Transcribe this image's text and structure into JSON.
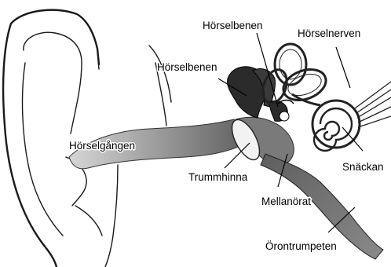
{
  "labels": {
    "horselbenen_top": "Hörselbenen",
    "horselnerven": "Hörselnerven",
    "horselbenen_left": "Hörselbenen",
    "horselgangen": "Hörselgången",
    "trummhinna": "Trummhinna",
    "mellanorat": "Mellanörat",
    "snackan": "Snäckan",
    "orontrumpeten": "Örontrumpeten"
  },
  "colors": {
    "canal": "#8c8c8c",
    "ossicles": "#2b2b2b",
    "tube": "#6f6f6f",
    "drum": "#f2f2f2"
  }
}
